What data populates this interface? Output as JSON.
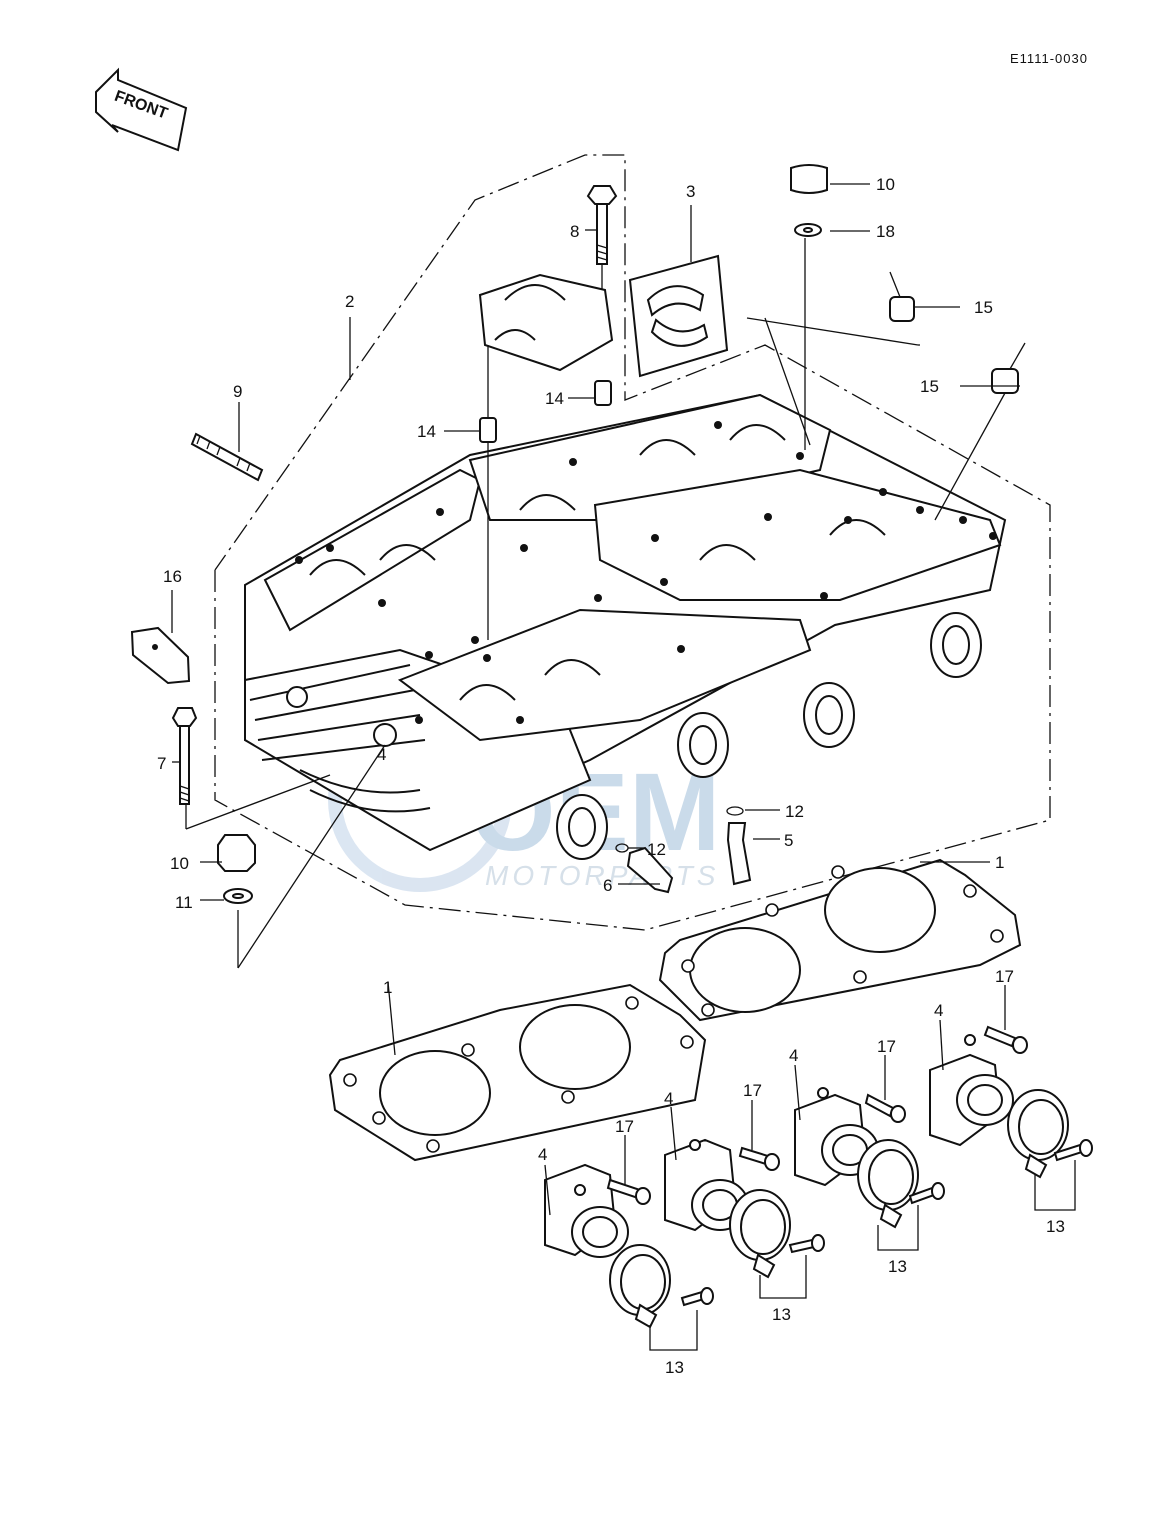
{
  "diagram_code": "E1111-0030",
  "front_label": "FRONT",
  "watermark": {
    "main": "OEM",
    "sub": "MOTORPARTS"
  },
  "callouts": {
    "c1a": "1",
    "c1b": "1",
    "c2": "2",
    "c3": "3",
    "c4a": "4",
    "c4b": "4",
    "c4c": "4",
    "c4d": "4",
    "c4e": "4",
    "c5": "5",
    "c6": "6",
    "c7": "7",
    "c8": "8",
    "c9": "9",
    "c10a": "10",
    "c10b": "10",
    "c11": "11",
    "c12a": "12",
    "c12b": "12",
    "c13a": "13",
    "c13b": "13",
    "c13c": "13",
    "c13d": "13",
    "c14a": "14",
    "c14b": "14",
    "c15a": "15",
    "c15b": "15",
    "c16": "16",
    "c17a": "17",
    "c17b": "17",
    "c17c": "17",
    "c17d": "17",
    "c18": "18"
  }
}
